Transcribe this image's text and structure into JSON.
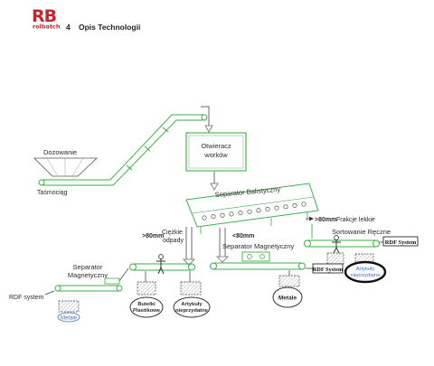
{
  "header": {
    "logo_letters": "RB",
    "logo_name": "rolbatch",
    "section_number": "4",
    "section_title": "Opis Technologii"
  },
  "diagram": {
    "dozowanie": "Dozowanie",
    "tasmociag": "Taśmociąg",
    "otwieracz_line1": "Otwieracz",
    "otwieracz_line2": "worków",
    "separator_balistyczny": "Separator Balistyczny",
    "light_size": ">80mm",
    "light_fraction": "Frakcje lekkie",
    "heavy_size": ">80mm",
    "heavy_line1": "Ciężkie",
    "heavy_line2": "odpady",
    "fine_size": "<80mm",
    "sortowanie_reczne": "Sortowanie Ręczne",
    "rdf_system_top": "RDF System",
    "separator_magnetyczny_mid": "Separator Magnetyczny",
    "rdf_system_mid": "RDF System",
    "artykuly_right_line1": "Artykuły",
    "artykuly_right_line2": "nieprzydatne",
    "metale_mid": "Metale",
    "separator_left_line1": "Separator",
    "separator_left_line2": "Magnetyczny",
    "rdf_system_left": "RDF system",
    "metale_left": "Metale",
    "butelki_line1": "Butelki",
    "butelki_line2": "Plastikowe",
    "artykuly_left_line1": "Artykuły",
    "artykuly_left_line2": "nieprzydatne"
  },
  "colors": {
    "conveyor_green": "#3fae49",
    "logo_red": "#c4262e",
    "label_blue": "#3b6fd4"
  }
}
